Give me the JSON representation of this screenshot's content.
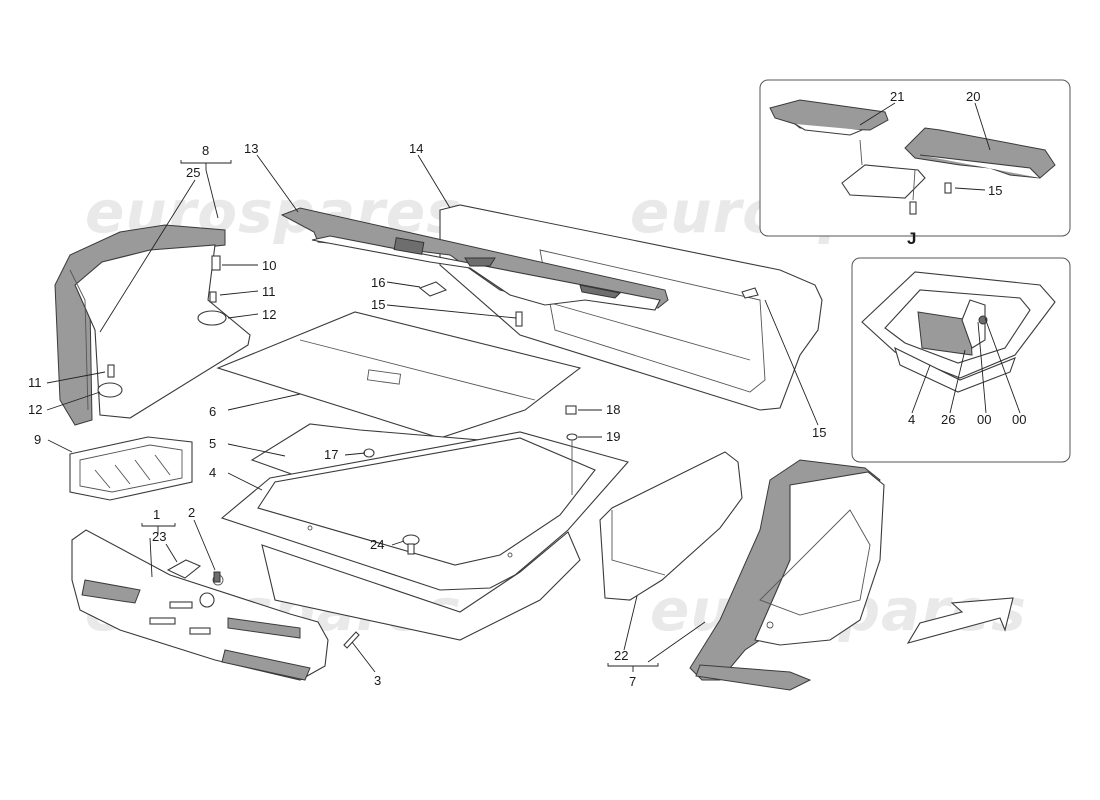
{
  "watermark": {
    "text": "eurospares"
  },
  "callouts": {
    "c1": "1",
    "c2": "2",
    "c3": "3",
    "c4": "4",
    "c5": "5",
    "c6": "6",
    "c7": "7",
    "c8": "8",
    "c9": "9",
    "c10": "10",
    "c11a": "11",
    "c11b": "11",
    "c12a": "12",
    "c12b": "12",
    "c13": "13",
    "c14": "14",
    "c15a": "15",
    "c15b": "15",
    "c16": "16",
    "c17": "17",
    "c18": "18",
    "c19": "19",
    "c22": "22",
    "c23": "23",
    "c24": "24",
    "c25": "25"
  },
  "inset_top": {
    "c20": "20",
    "c21": "21",
    "c15": "15",
    "view_letter": "J"
  },
  "inset_bottom": {
    "c4": "4",
    "c26": "26",
    "c00a": "00",
    "c00b": "00"
  }
}
